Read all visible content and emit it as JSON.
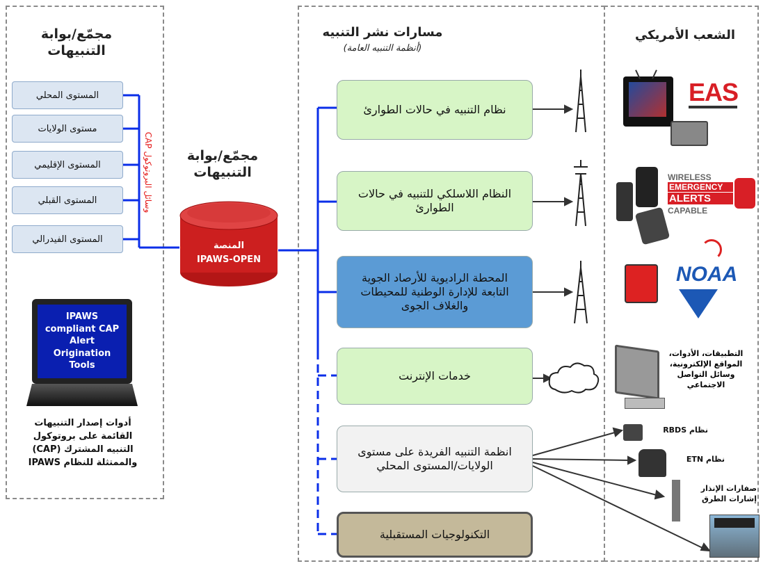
{
  "left_panel": {
    "title": "مجمّع/بوابة التنبيهات",
    "levels": [
      "المستوى المحلي",
      "مستوى الولايات",
      "المستوى الإقليمي",
      "المستوى القبلي",
      "المستوى الفيدرالي"
    ],
    "cap_label": "وسائل البروتوكول CAP",
    "laptop_screen": "IPAWS compliant CAP Alert Origination Tools",
    "tools_caption": "أدوات إصدار التنبيهات القائمة على بروتوكول التنبيه المشترك (CAP) والممتثلة للنظام IPAWS"
  },
  "center": {
    "title": "مجمّع/بوابة التنبيهات",
    "platform_line1": "المنصة",
    "platform_line2": "IPAWS-OPEN"
  },
  "paths": {
    "title": "مسارات نشر التنبيه",
    "subtitle": "(أنظمة التنبيه العامة)",
    "boxes": [
      {
        "label": "نظام التنبيه في حالات الطوارئ",
        "color": "#d7f5c6"
      },
      {
        "label": "النظام اللاسلكي للتنبيه في حالات الطوارئ",
        "color": "#d7f5c6"
      },
      {
        "label": "المحطة الراديوية للأرصاد الجوية التابعة للإدارة الوطنية للمحيطات والغلاف الجوى",
        "color": "#5b9bd5"
      },
      {
        "label": "خدمات الإنترنت",
        "color": "#d7f5c6"
      },
      {
        "label": "انظمة التنبيه الفريدة على مستوى الولايات/المستوى المحلي",
        "color": "#f2f2f2"
      },
      {
        "label": "التكنولوجيات المستقبلية",
        "color": "#c4b99a"
      }
    ]
  },
  "public": {
    "title": "الشعب الأمريكي",
    "eas_logo": "EAS",
    "wea_lines": [
      "WIRELESS",
      "EMERGENCY",
      "ALERTS",
      "CAPABLE"
    ],
    "noaa_logo": "NOAA",
    "apps_label": "التطبيقات، الأدوات، المواقع الإلكترونية، وسائل التواصل الاجتماعي",
    "rbds_label": "نظام RBDS",
    "etn_label": "نظام ETN",
    "sirens_label": "صفارات الإنذار إشارات الطرق"
  },
  "colors": {
    "line": "#0a2ee8",
    "cap_red": "#e41a1a",
    "cylinder": "#cc1f1f"
  }
}
